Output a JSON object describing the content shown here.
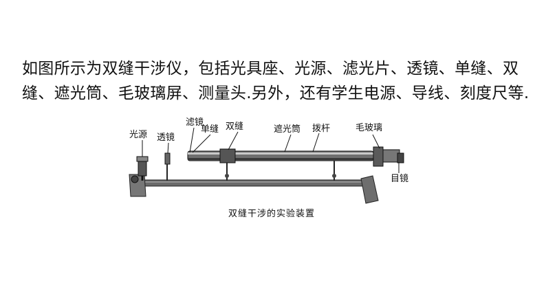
{
  "paragraph": {
    "line1": "如图所示为双缝干涉仪，包括光具座、光源、滤光片、透镜、单缝、双",
    "line2": "缝、遮光筒、毛玻璃屏、测量头.另外，还有学生电源、导线、刻度尺等."
  },
  "figure": {
    "labels": {
      "light_source": "光源",
      "lens": "透镜",
      "filter": "滤镜",
      "single_slit": "单缝",
      "double_slit": "双缝",
      "shade_tube": "遮光筒",
      "lever": "拨杆",
      "ground_glass": "毛玻璃",
      "eyepiece": "目镜"
    },
    "caption": "双缝干涉的实验装置"
  }
}
